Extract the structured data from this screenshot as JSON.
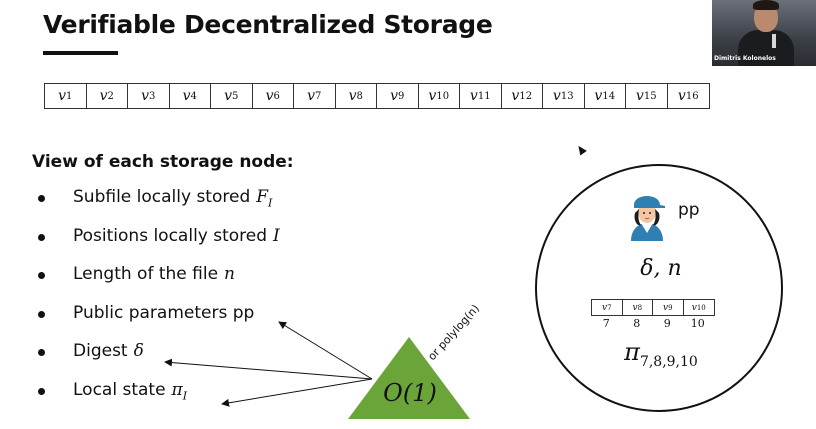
{
  "slide": {
    "title": "Verifiable Decentralized Storage",
    "webcam_name": "Dimitris Kolonelos"
  },
  "file_vector": {
    "symbol": "v",
    "cells": [
      "1",
      "2",
      "3",
      "4",
      "5",
      "6",
      "7",
      "8",
      "9",
      "10",
      "11",
      "12",
      "13",
      "14",
      "15",
      "16"
    ]
  },
  "view": {
    "heading": "View of each storage node:",
    "bullets": [
      {
        "text": "Subfile locally stored",
        "math": "F",
        "sub": "I"
      },
      {
        "text": "Positions locally stored",
        "math": "I",
        "sub": ""
      },
      {
        "text": "Length of the file",
        "math": "n",
        "sub": ""
      },
      {
        "text": "Public parameters pp",
        "math": "",
        "sub": ""
      },
      {
        "text": "Digest",
        "math": "δ",
        "sub": ""
      },
      {
        "text": "Local state",
        "math": "π",
        "sub": "I"
      }
    ]
  },
  "complexity": {
    "label": "O(1)",
    "alt": "or polylog(n)",
    "color": "#6ba53a"
  },
  "node": {
    "pp_label": "pp",
    "icon": "storage-node-person-icon",
    "delta_n": "δ, n",
    "subvector": {
      "symbol": "v",
      "cells": [
        "7",
        "8",
        "9",
        "10"
      ],
      "indices": [
        "7",
        "8",
        "9",
        "10"
      ]
    },
    "proof_symbol": "π",
    "proof_sub": "7,8,9,10"
  }
}
